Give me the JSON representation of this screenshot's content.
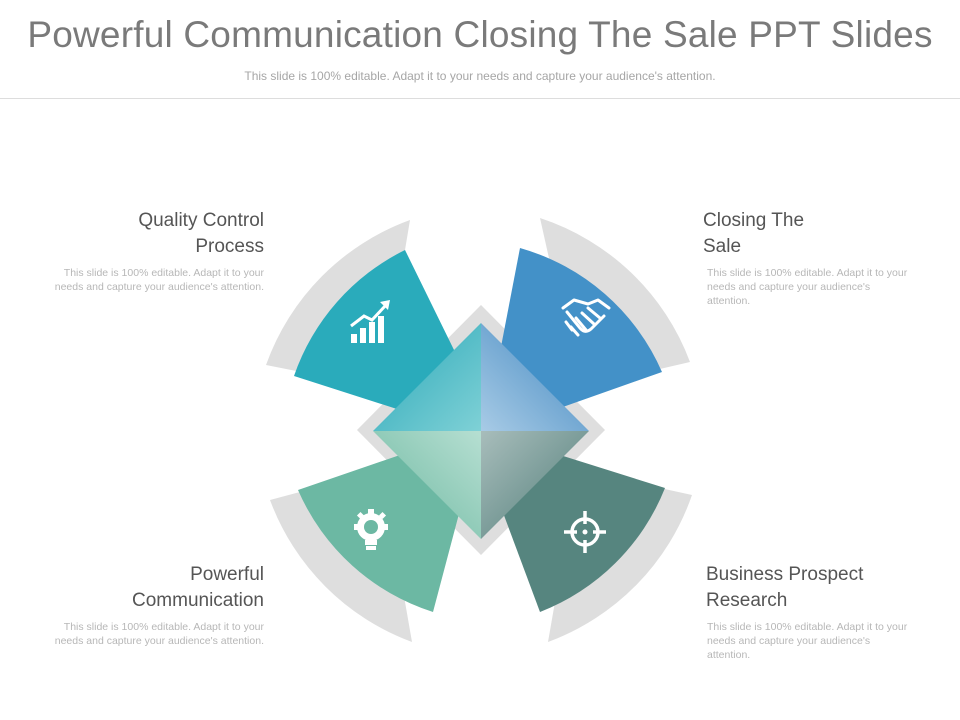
{
  "header": {
    "title": "Powerful Communication Closing The Sale PPT Slides",
    "subtitle": "This slide is 100% editable. Adapt it to your needs and capture your audience's attention."
  },
  "items": [
    {
      "id": "tl",
      "title_line1": "Quality Control",
      "title_line2": "Process",
      "body": "This slide is 100% editable. Adapt it to your needs and capture your audience's attention.",
      "icon": "growth-chart-icon",
      "color": "#2aabbb"
    },
    {
      "id": "tr",
      "title_line1": "Closing The",
      "title_line2": "Sale",
      "body": "This slide is 100% editable. Adapt it to your needs and capture your audience's attention.",
      "icon": "handshake-icon",
      "color": "#4391c8"
    },
    {
      "id": "bl",
      "title_line1": "Powerful",
      "title_line2": "Communication",
      "body": "This slide is 100% editable. Adapt it to your needs and capture your audience's attention.",
      "icon": "lightbulb-gear-icon",
      "color": "#6cb8a3"
    },
    {
      "id": "br",
      "title_line1": "Business Prospect",
      "title_line2": "Research",
      "body": "This slide is 100% editable. Adapt it to your needs and capture your audience's attention.",
      "icon": "target-icon",
      "color": "#56857f"
    }
  ]
}
